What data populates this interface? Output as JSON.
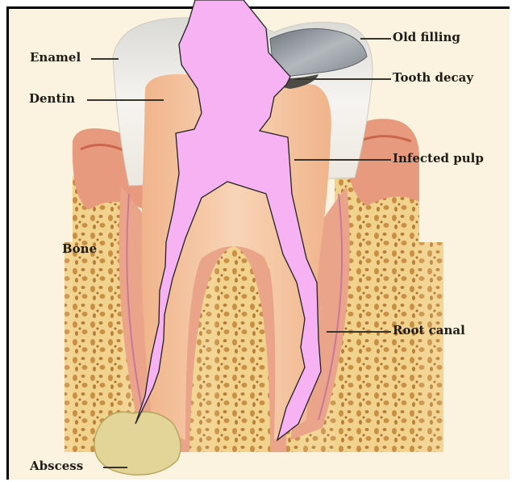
{
  "labels": {
    "enamel": "Enamel",
    "dentin": "Dentin",
    "bone": "Bone",
    "abscess": "Abscess",
    "old_filling": "Old filling",
    "tooth_decay": "Tooth decay",
    "infected_pulp": "Infected pulp",
    "root_canal": "Root canal"
  },
  "colors": {
    "background": "#fbf3df",
    "enamel": "#f4f1ec",
    "dentin": "#f5c8a4",
    "gum": "#e79a7d",
    "bone": "#f2d38e",
    "bone_pores": "#c98f45",
    "root_layer": "#e9a48a",
    "filling": "#8f959c",
    "pulp_overlay": "#f7b2f3",
    "abscess": "#e3d497"
  }
}
